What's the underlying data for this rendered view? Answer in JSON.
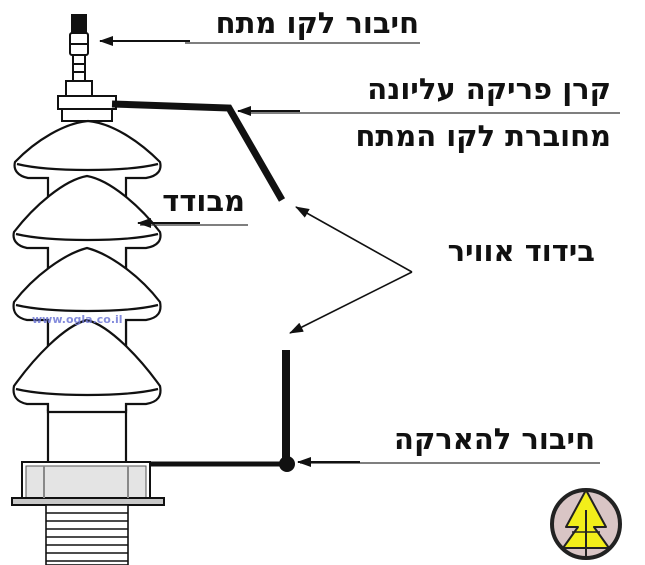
{
  "labels": {
    "line_connection": "חיבור לקו מתח",
    "upper_horn_1": "קרן פריקה עליונה",
    "upper_horn_2": "מחוברת לקו המתח",
    "insulator": "מבודד",
    "air_gap": "בידוד אוויר",
    "ground_connection": "חיבור להארקה"
  },
  "watermark": "www.ogla.co.il",
  "logo": {
    "ring_color": "#222222",
    "fill_color": "#d9c5c5",
    "tree_color": "#f2ee1a"
  }
}
